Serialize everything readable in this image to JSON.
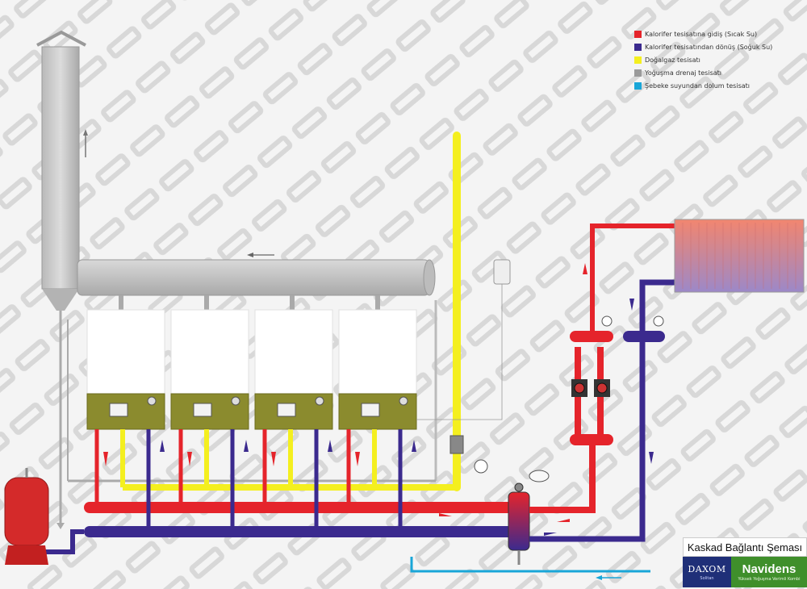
{
  "legend": [
    {
      "label": "Kalorifer tesisatına gidiş (Sıcak Su)",
      "color": "#e5242b"
    },
    {
      "label": "Kalorifer tesisatından dönüş (Soğuk Su)",
      "color": "#3b2a8e"
    },
    {
      "label": "Doğalgaz tesisatı",
      "color": "#f4ef1f"
    },
    {
      "label": "Yoğuşma drenaj tesisatı",
      "color": "#9a9a9a"
    },
    {
      "label": "Şebeke suyundan dolum tesisatı",
      "color": "#19a6d8"
    }
  ],
  "title": "Kaskad Bağlantı Şeması",
  "brand_daxom": {
    "name": "DAXOM",
    "sub": "Solitan"
  },
  "brand_navidens": {
    "name": "Navidens",
    "sub": "Yüksek Yoğuşma Verimli Kombi"
  },
  "colors": {
    "hot": "#e5242b",
    "cold": "#3b2a8e",
    "gas": "#f4ef1f",
    "condensate": "#9a9a9a",
    "fill": "#19a6d8",
    "panel": "#8b8b2e",
    "flue": "#c9c9c9"
  },
  "boiler_count": 4
}
